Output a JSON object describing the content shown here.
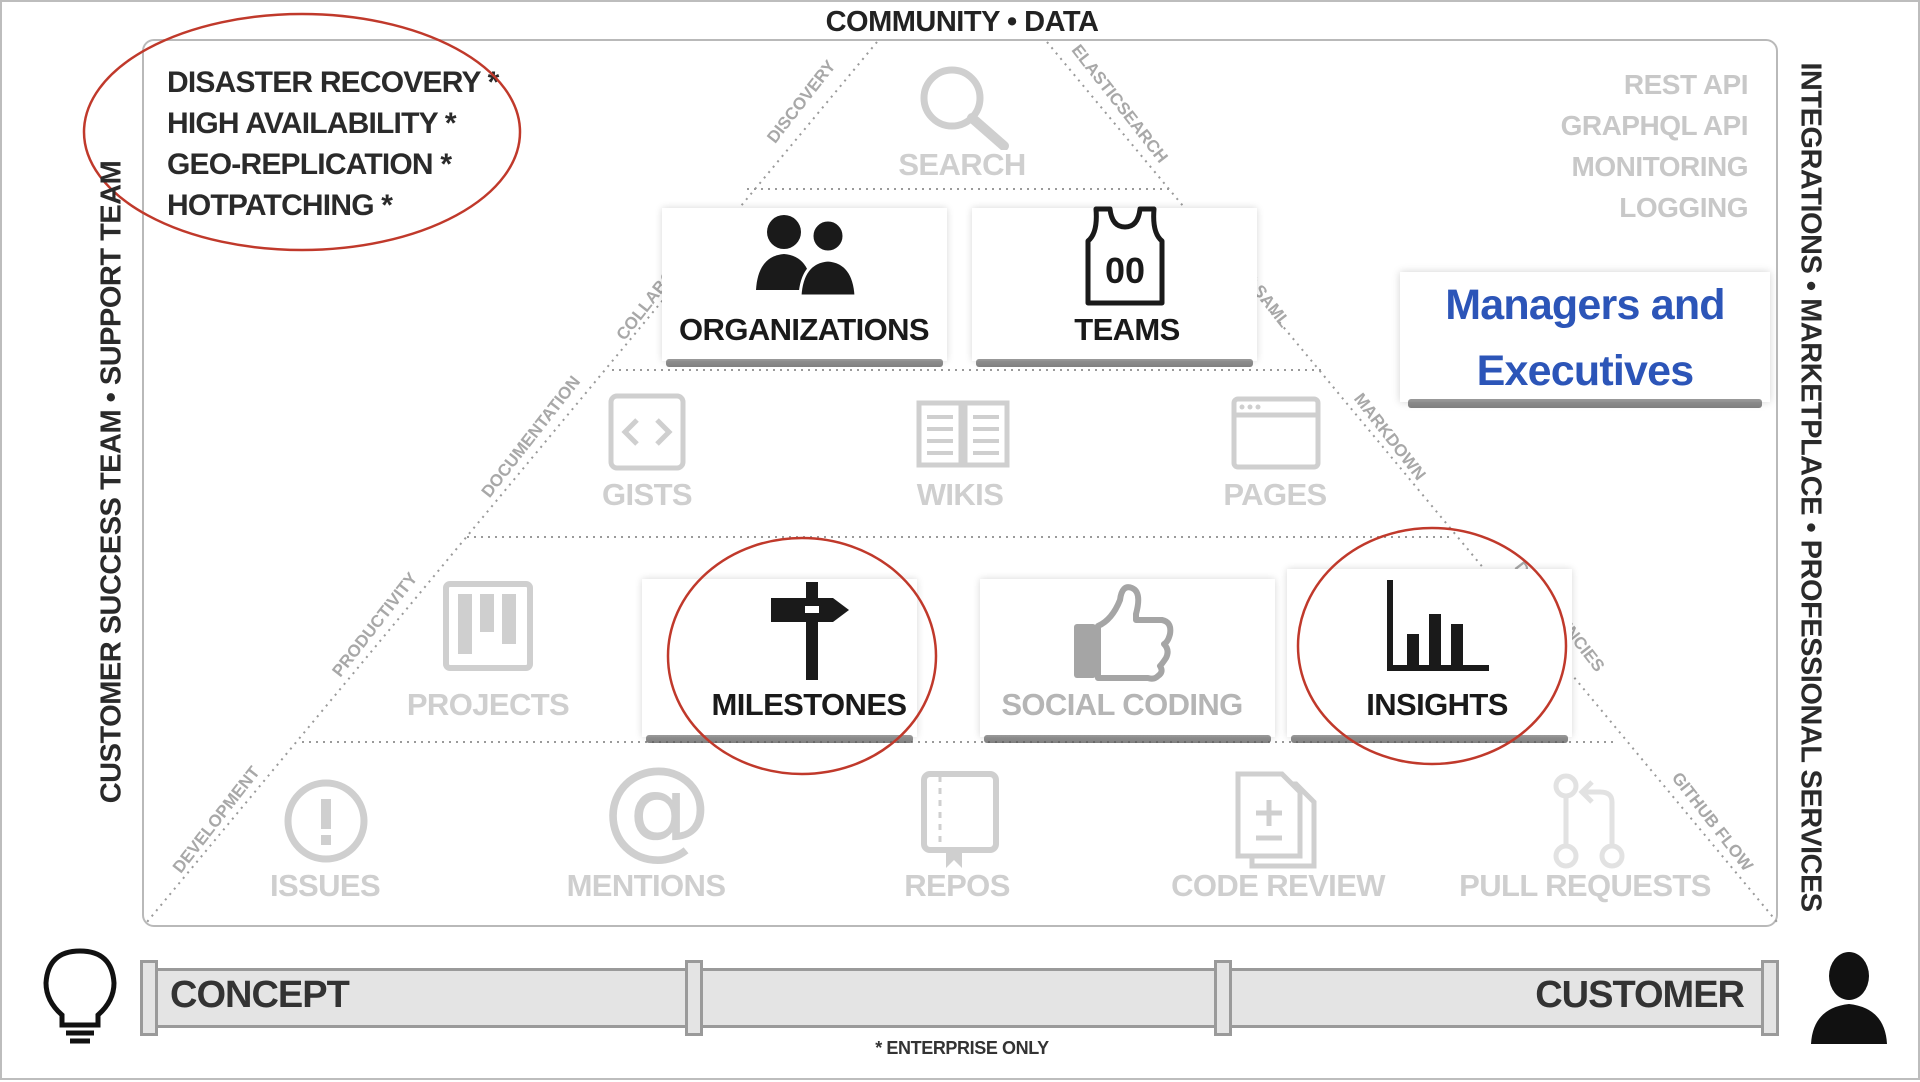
{
  "top_title": "COMMUNITY •  DATA",
  "enterprise_features": [
    "DISASTER RECOVERY *",
    "HIGH AVAILABILITY *",
    "GEO-REPLICATION *",
    "HOTPATCHING *"
  ],
  "integration_features": [
    "REST API",
    "GRAPHQL API",
    "MONITORING",
    "LOGGING"
  ],
  "left_vertical_label": "CUSTOMER SUCCESS TEAM • SUPPORT TEAM",
  "right_vertical_label": "INTEGRATIONS • MARKETPLACE • PROFESSIONAL SERVICES",
  "audience_card": {
    "line1": "Managers and",
    "line2": "Executives",
    "color": "#2c55b8"
  },
  "pyramid": {
    "tiers": [
      {
        "name": "search",
        "items": [
          {
            "label": "SEARCH",
            "icon": "search-icon",
            "highlighted": false
          }
        ]
      },
      {
        "name": "collaboration",
        "items": [
          {
            "label": "ORGANIZATIONS",
            "icon": "people-icon",
            "highlighted": true
          },
          {
            "label": "TEAMS",
            "icon": "jersey-icon",
            "highlighted": true
          }
        ]
      },
      {
        "name": "documentation",
        "items": [
          {
            "label": "GISTS",
            "icon": "code-icon",
            "highlighted": false
          },
          {
            "label": "WIKIS",
            "icon": "book-icon",
            "highlighted": false
          },
          {
            "label": "PAGES",
            "icon": "browser-icon",
            "highlighted": false
          }
        ]
      },
      {
        "name": "productivity",
        "items": [
          {
            "label": "PROJECTS",
            "icon": "project-board-icon",
            "highlighted": false
          },
          {
            "label": "MILESTONES",
            "icon": "signpost-icon",
            "highlighted": true,
            "circled": true
          },
          {
            "label": "SOCIAL CODING",
            "icon": "thumbs-up-icon",
            "highlighted": false
          },
          {
            "label": "INSIGHTS",
            "icon": "bar-graph-icon",
            "highlighted": true,
            "circled": true
          }
        ]
      },
      {
        "name": "development",
        "items": [
          {
            "label": "ISSUES",
            "icon": "issue-icon",
            "highlighted": false
          },
          {
            "label": "MENTIONS",
            "icon": "at-sign-icon",
            "highlighted": false
          },
          {
            "label": "REPOS",
            "icon": "repo-icon",
            "highlighted": false
          },
          {
            "label": "CODE REVIEW",
            "icon": "diff-icon",
            "highlighted": false
          },
          {
            "label": "PULL REQUESTS",
            "icon": "pull-request-icon",
            "highlighted": false
          }
        ]
      }
    ],
    "left_slope_labels": [
      "DISCOVERY",
      "COLLABORATION",
      "DOCUMENTATION",
      "PRODUCTIVITY",
      "DEVELOPMENT"
    ],
    "right_slope_labels": [
      "ELASTICSEARCH",
      "LDAP * SAML",
      "MARKDOWN",
      "DEPENDENCIES",
      "GITHUB FLOW"
    ]
  },
  "timeline": {
    "start_label": "CONCEPT",
    "end_label": "CUSTOMER",
    "start_icon": "lightbulb-icon",
    "end_icon": "person-icon"
  },
  "footnote": "* ENTERPRISE ONLY",
  "colors": {
    "circle": "#c0392b",
    "muted": "#c8c8c8",
    "dark": "#1a1a1a",
    "dotted_line": "#9a9a9a"
  }
}
